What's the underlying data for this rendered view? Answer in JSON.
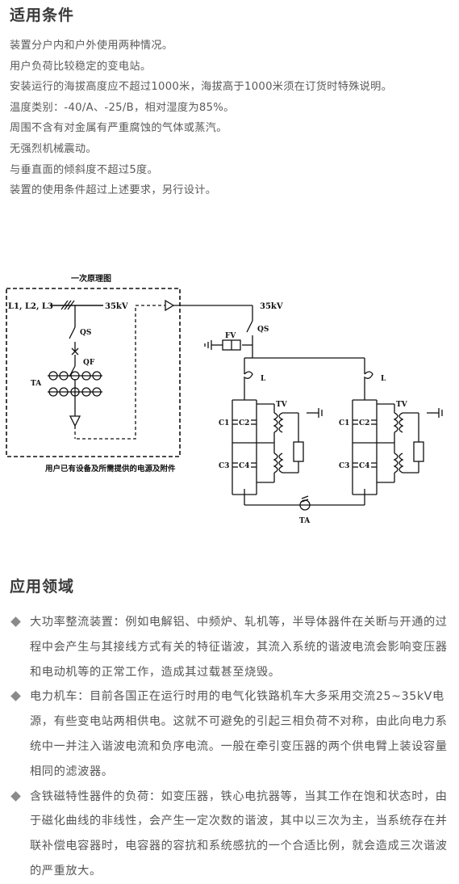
{
  "conditions": {
    "title": "适用条件",
    "items": [
      "装置分户内和户外使用两种情况。",
      "用户负荷比较稳定的变电站。",
      "安装运行的海拔高度应不超过1000米，海拔高于1000米须在订货时特殊说明。",
      "温度类别：-40/A、-25/B，相对湿度为85%。",
      "周围不含有对金属有严重腐蚀的气体或蒸汽。",
      "无强烈机械震动。",
      "与垂直面的倾斜度不超过5度。",
      "装置的使用条件超过上述要求，另行设计。"
    ]
  },
  "diagram": {
    "title": "一次原理图",
    "bus_label": "L1, L2, L3",
    "voltage_left": "35kV",
    "voltage_right": "35kV",
    "qs_left": "QS",
    "qs_right": "QS",
    "qf": "QF",
    "ta_left": "TA",
    "fv": "FV",
    "l_left": "L",
    "l_right": "L",
    "tv_left": "TV",
    "tv_right": "TV",
    "c1_left": "C1",
    "c2_left": "C2",
    "c3_left": "C3",
    "c4_left": "C4",
    "c1_right": "C1",
    "c2_right": "C2",
    "c3_right": "C3",
    "c4_right": "C4",
    "ta_bottom": "TA",
    "user_note": "用户已有设备及所需提供的电源及附件"
  },
  "application": {
    "title": "应用领域",
    "items": [
      "大功率整流装置：例如电解铝、中频炉、轧机等，半导体器件在关断与开通的过程中会产生与其接线方式有关的特征谐波，其流入系统的谐波电流会影响变压器和电动机等的正常工作，造成其过载甚至烧毁。",
      "电力机车：目前各国正在运行时用的电气化铁路机车大多采用交流25~35kV电源，有些变电站两相供电。这就不可避免的引起三相负荷不对称，由此向电力系统中一并注入谐波电流和负序电流。一般在牵引变压器的两个供电臂上装设容量相同的滤波器。",
      "含铁磁特性器件的负荷：如变压器，铁心电抗器等，当其工作在饱和状态时，由于磁化曲线的非线性，会产生一定次数的谐波，其中以三次为主，当系统存在并联补偿电容器时，电容器的容抗和系统感抗的一个合适比例，就会造成三次谐波的严重放大。"
    ]
  },
  "colors": {
    "heading": "#3a3a3a",
    "body_text": "#555555",
    "bullet": "#8a8a8a",
    "diagram_line": "#111111"
  }
}
